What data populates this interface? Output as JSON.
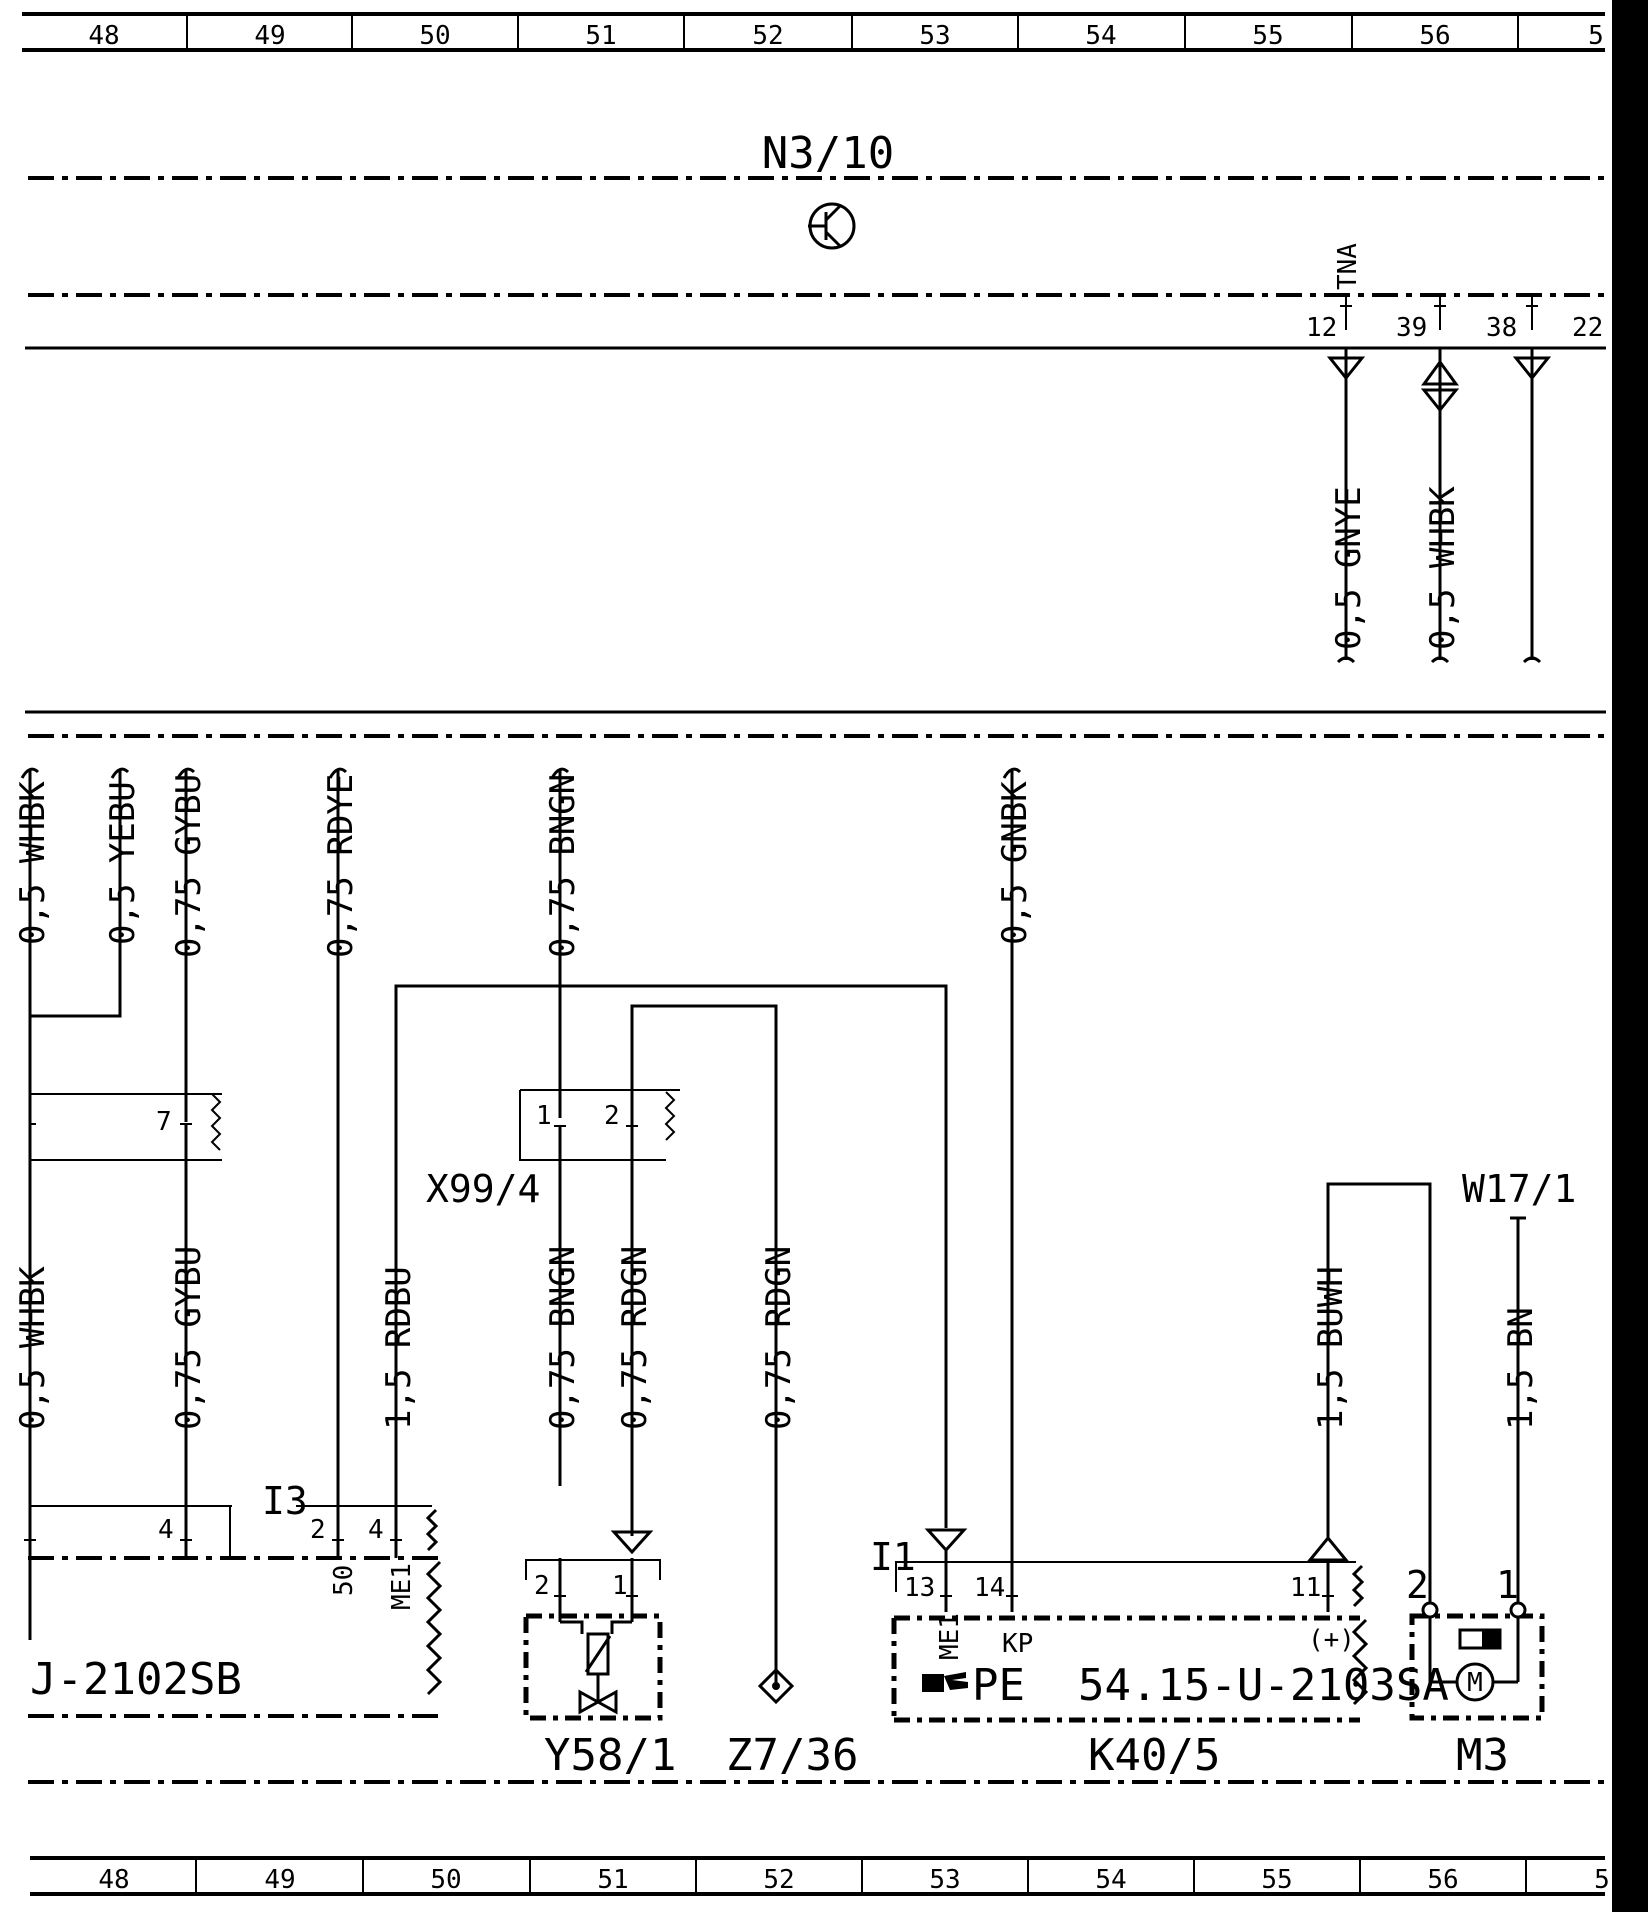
{
  "columns": [
    "48",
    "49",
    "50",
    "51",
    "52",
    "53",
    "54",
    "55",
    "56",
    "5"
  ],
  "components": {
    "n3_10": "N3/10",
    "w17_1": "W17/1",
    "x99_4": "X99/4",
    "y58_1": "Y58/1",
    "z7_36": "Z7/36",
    "k40_5": "K40/5",
    "m3": "M3",
    "left_ecu": "J-2102SB",
    "k40_ref": "PE  54.15-U-2103SA"
  },
  "connectors": {
    "i3": "I3",
    "i1": "I1",
    "tna": "TNA"
  },
  "pins": {
    "n3_12": "12",
    "n3_39": "39",
    "n3_38": "38",
    "n3_22": "22",
    "x99_1": "1",
    "x99_2": "2",
    "left_7": "7",
    "left_4a": "4",
    "left_2": "2",
    "left_4b": "4",
    "left_50": "50",
    "left_me1": "ME1",
    "y58_2": "2",
    "y58_1": "1",
    "k40_13": "13",
    "k40_14": "14",
    "k40_11": "11",
    "k40_me1": "ME1",
    "k40_kp": "KP",
    "k40_plus": "(+)",
    "m3_2": "2",
    "m3_1": "1",
    "motor": "M"
  },
  "wires": {
    "n3_gnye": "0,5 GNYE",
    "n3_whbk": "0,5 WHBK",
    "top_whbk": "0,5 WHBK",
    "top_yebu": "0,5 YEBU",
    "top_gybu": "0,75 GYBU",
    "top_rdye": "0,75 RDYE",
    "top_bngn": "0,75 BNGN",
    "top_gnbk": "0,5 GNBK",
    "bot_whbk": "0,5 WHBK",
    "bot_gybu": "0,75 GYBU",
    "bot_rdbu": "1,5 RDBU",
    "bot_bngn": "0,75 BNGN",
    "bot_rdgn1": "0,75 RDGN",
    "bot_rdgn2": "0,75 RDGN",
    "bot_buwh": "1,5 BUWH",
    "bot_bn": "1,5 BN"
  }
}
